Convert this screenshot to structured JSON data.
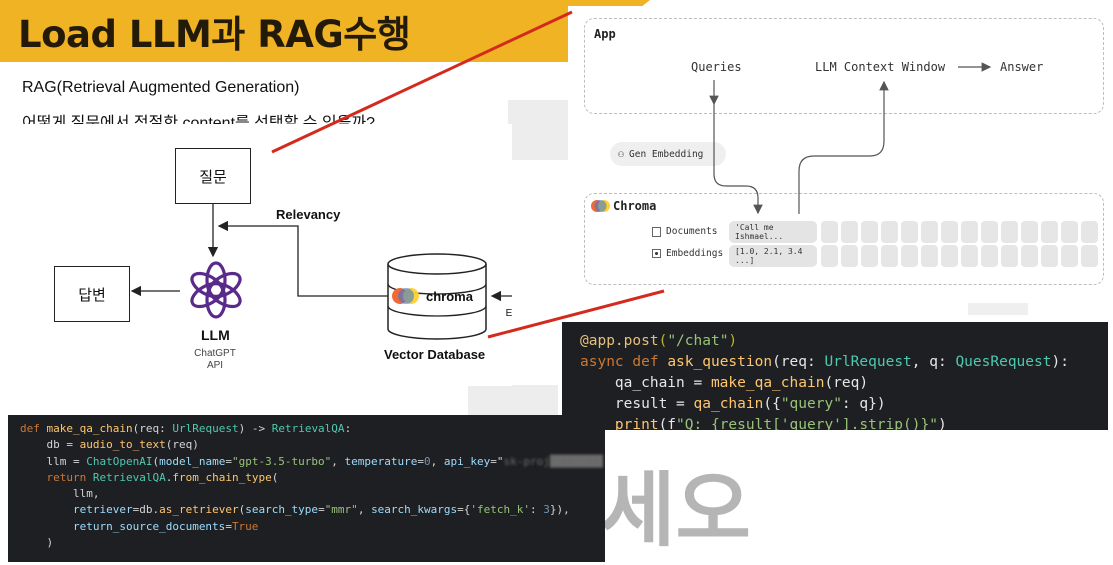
{
  "header": {
    "title": "Load LLM과 RAG수행",
    "accent_color": "#f0b324"
  },
  "intro": {
    "rag_line": "RAG(Retrieval Augmented Generation)",
    "question_line": "어떻게 질문에서 적절한 content를 선택할 수 있을까?"
  },
  "diagram": {
    "question_box": "질문",
    "answer_box": "답변",
    "relevancy_label": "Relevancy",
    "llm_label": "LLM",
    "llm_sub1": "ChatGPT",
    "llm_sub2": "API",
    "chroma_label": "chroma",
    "vector_db_label": "Vector Database",
    "cut_letter": "E",
    "icons": [
      "openai-logo-icon",
      "chroma-logo-icon",
      "database-cylinder-icon"
    ]
  },
  "chroma_panel": {
    "app_label": "App",
    "queries": "Queries",
    "llm_context": "LLM Context Window",
    "answer": "Answer",
    "gen_embedding": "Gen Embedding",
    "chroma_label": "Chroma",
    "documents_label": "Documents",
    "embeddings_label": "Embeddings",
    "document_sample": "'Call me Ishmael...",
    "embedding_sample": "[1.0, 2.1, 3.4 ...]"
  },
  "code_left": {
    "lines": [
      "def make_qa_chain(req: UrlRequest) -> RetrievalQA:",
      "    db = audio_to_text(req)",
      "    llm = ChatOpenAI(model_name=\"gpt-3.5-turbo\", temperature=0, api_key=\"",
      "    return RetrievalQA.from_chain_type(",
      "        llm,",
      "        retriever=db.as_retriever(search_type=\"mmr\", search_kwargs={'fetch_k': 3}),",
      "        return_source_documents=True",
      "    )"
    ]
  },
  "code_right": {
    "lines": [
      "@app.post(\"/chat\")",
      "async def ask_question(req: UrlRequest, q: QuesRequest):",
      "    qa_chain = make_qa_chain(req)",
      "    result = qa_chain({\"query\": q})",
      "    print(f\"Q: {result['query'].strip()}\")"
    ]
  },
  "watermark": {
    "text_top": "",
    "text_bottom": "세오"
  }
}
